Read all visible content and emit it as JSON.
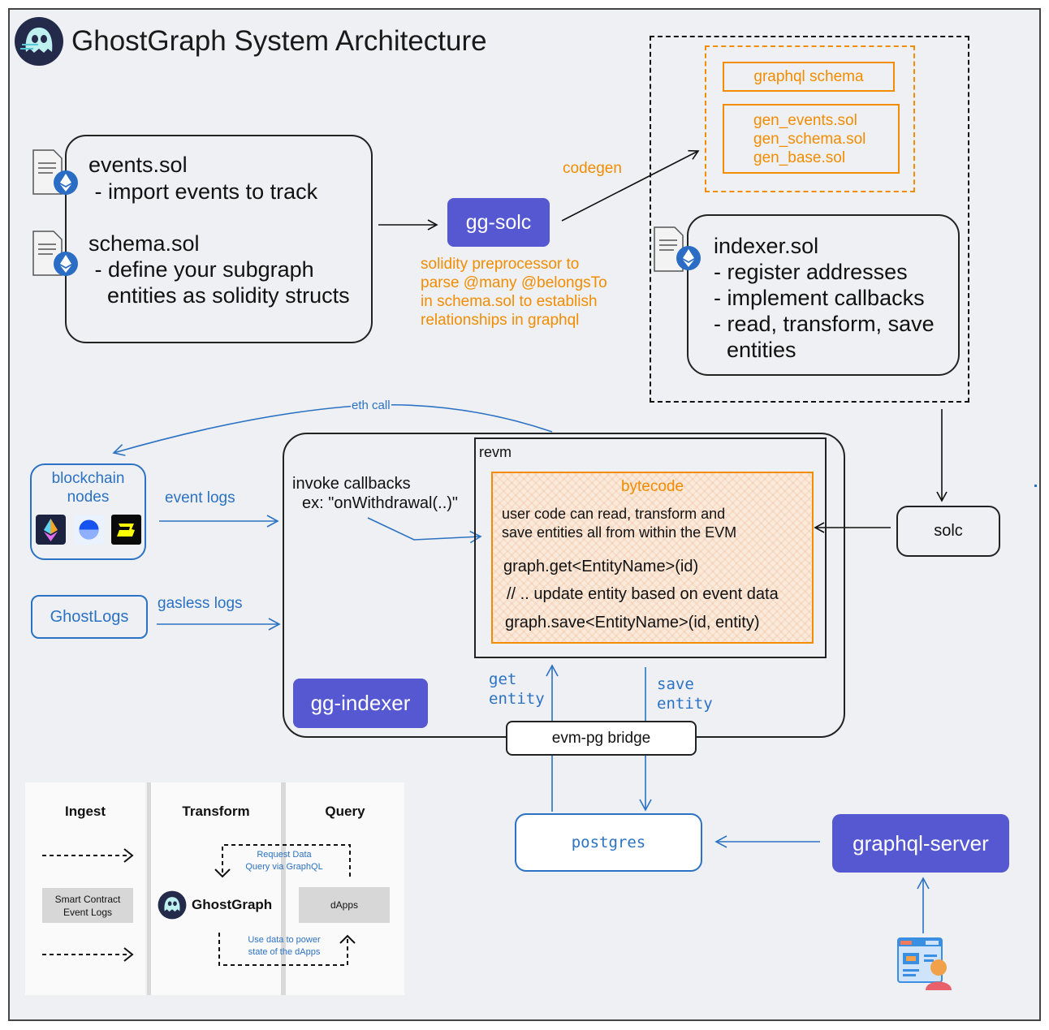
{
  "header": {
    "title": "GhostGraph System Architecture"
  },
  "source_box": {
    "events_file": "events.sol",
    "events_desc": " - import events to track",
    "schema_file": "schema.sol",
    "schema_desc_1": " - define your subgraph",
    "schema_desc_2": "entities as solidity structs"
  },
  "gg_solc": {
    "label": "gg-solc",
    "codegen": "codegen",
    "desc_1": "solidity preprocessor to",
    "desc_2": "parse @many @belongsTo",
    "desc_3": "in schema.sol to establish",
    "desc_4": "relationships in graphql"
  },
  "generated": {
    "graphql_schema": "graphql schema",
    "files": [
      "gen_events.sol",
      "gen_schema.sol",
      "gen_base.sol"
    ]
  },
  "indexer": {
    "file": "indexer.sol",
    "items": [
      "- register addresses",
      "- implement callbacks",
      "- read, transform, save",
      "entities"
    ]
  },
  "flow": {
    "eth_call": "eth call",
    "event_logs": "event logs",
    "gasless_logs": "gasless logs",
    "get_entity_1": "get",
    "get_entity_2": "entity",
    "save_entity_1": "save",
    "save_entity_2": "entity"
  },
  "sources": {
    "blockchain_1": "blockchain",
    "blockchain_2": "nodes",
    "ghostlogs": "GhostLogs"
  },
  "gg_indexer": {
    "label": "gg-indexer",
    "invoke_1": "invoke callbacks",
    "invoke_2": "ex: \"onWithdrawal(..)\"",
    "revm": "revm",
    "bytecode": "bytecode",
    "bytecode_desc_1": "user code can read, transform and",
    "bytecode_desc_2": "save entities all from within the EVM",
    "code_1": "graph.get<EntityName>(id)",
    "code_2": "// .. update entity based on event data",
    "code_3": "graph.save<EntityName>(id, entity)"
  },
  "solc": "solc",
  "bridge": "evm-pg bridge",
  "postgres": "postgres",
  "graphql_server": "graphql-server",
  "legend": {
    "col_ingest": "Ingest",
    "col_transform": "Transform",
    "col_query": "Query",
    "smart_contract_1": "Smart Contract",
    "smart_contract_2": "Event Logs",
    "ghostgraph": "GhostGraph",
    "dapps": "dApps",
    "request_1": "Request Data",
    "request_2": "Query via GraphQL",
    "use_data_1": "Use data to power",
    "use_data_2": "state of the dApps"
  },
  "colors": {
    "accent_purple": "#5558d0",
    "orange": "#f28c00",
    "blue": "#2b72c4",
    "background": "#eef0f3"
  }
}
